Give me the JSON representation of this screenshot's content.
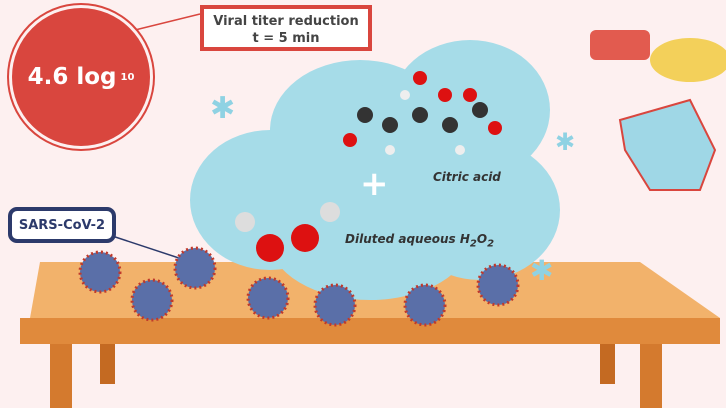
{
  "result": {
    "value": "4.6 log",
    "subscript": "10"
  },
  "titer_box": {
    "line1": "Viral titer reduction",
    "line2": "t = 5 min"
  },
  "virus_label": "SARS-CoV-2",
  "labels": {
    "citric": "Citric acid",
    "peroxide": "Diluted aqueous H",
    "h_sub": "2",
    "o": "O",
    "o_sub": "2",
    "plus": "+"
  },
  "colors": {
    "red": "#d9463e",
    "navy": "#2c3a6b",
    "cloud": "#a6dce8",
    "table": "#f0a860"
  }
}
